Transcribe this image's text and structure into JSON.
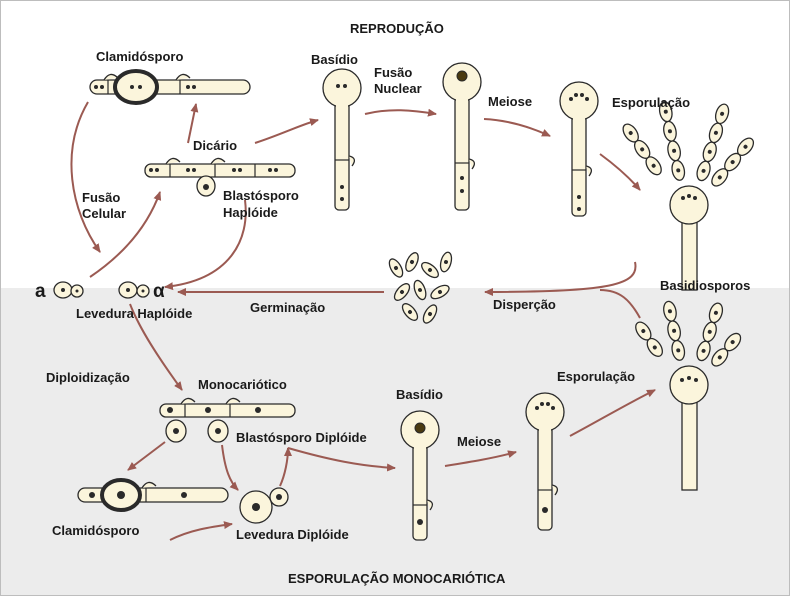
{
  "sections": {
    "top_title": "REPRODUÇÃO",
    "bottom_title": "ESPORULAÇÃO MONOCARIÓTICA"
  },
  "labels": {
    "clamidosporo_top": "Clamidósporo",
    "dicario": "Dicário",
    "fusao_celular_1": "Fusão",
    "fusao_celular_2": "Celular",
    "blastosporo_haploide_1": "Blastósporo",
    "blastosporo_haploide_2": "Haplóide",
    "basidio_top": "Basídio",
    "fusao_nuclear_1": "Fusão",
    "fusao_nuclear_2": "Nuclear",
    "meiose_top": "Meiose",
    "esporulacao_top": "Esporulação",
    "mating_a": "a",
    "mating_alpha": "α",
    "levedura_haploide": "Levedura Haplóide",
    "germinacao": "Germinação",
    "disperção": "Disperção",
    "basidiosporos": "Basidiosporos",
    "diploidizacao": "Diploidização",
    "monocariotico": "Monocariótico",
    "blastosporo_diploide": "Blastósporo Diplóide",
    "basidio_bottom": "Basídio",
    "meiose_bottom": "Meiose",
    "esporulacao_bottom": "Esporulação",
    "clamidosporo_bottom": "Clamidósporo",
    "levedura_diploide": "Levedura Diplóide"
  },
  "colors": {
    "top_background": "#ffffff",
    "bottom_background": "#ececec",
    "arrow": "#9b5a52",
    "cell_fill": "#fbf5dc",
    "outline": "#2a2a2a"
  }
}
